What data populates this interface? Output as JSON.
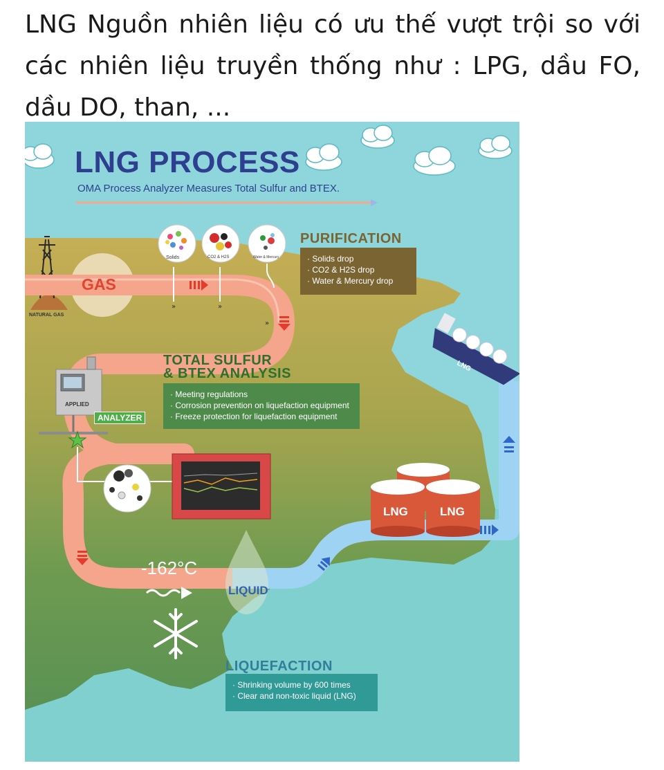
{
  "article": {
    "heading": "LNG Nguồn nhiên liệu có ưu thế vượt trội so với các nhiên liệu truyền thống như : LPG, dầu FO, dầu DO, than, ..."
  },
  "infographic": {
    "title": "LNG PROCESS",
    "subtitle": "OMA Process Analyzer Measures Total Sulfur and BTEX.",
    "natural_gas_label": "NATURAL GAS",
    "gas_label": "GAS",
    "impurity_bubbles": [
      "Solids",
      "CO2 & H2S",
      "Water & Mercury"
    ],
    "purification": {
      "title": "PURIFICATION",
      "items": [
        "Solids drop",
        "CO2 & H2S drop",
        "Water & Mercury drop"
      ]
    },
    "analysis": {
      "title_line1": "TOTAL SULFUR",
      "title_line2": "& BTEX ANALYSIS",
      "items": [
        "Meeting regulations",
        "Corrosion prevention on liquefaction equipment",
        "Freeze protection for liquefaction equipment"
      ]
    },
    "analyzer_label": "ANALYZER",
    "analyzer_brand": "APPLIED",
    "temperature": "-162°C",
    "liquid_label": "LIQUID",
    "tank_labels": [
      "LNG",
      "LNG"
    ],
    "ship_label": "LNG",
    "liquefaction": {
      "title": "LIQUEFACTION",
      "items": [
        "Shrinking volume by 600 times",
        "Clear and non-toxic liquid (LNG)"
      ]
    },
    "colors": {
      "sky": "#8fd6dc",
      "land_top": "#c6ae55",
      "land_bottom": "#5f9a55",
      "water": "#7fd0cf",
      "gas_pipe": "#f5a58c",
      "liquid_pipe": "#9fd3f4",
      "tank": "#d9583a",
      "title": "#2e3f8f",
      "purification_box": "#7a6431",
      "analysis_box": "#4e8a4a",
      "liquefaction_box": "#2f9a96"
    }
  }
}
